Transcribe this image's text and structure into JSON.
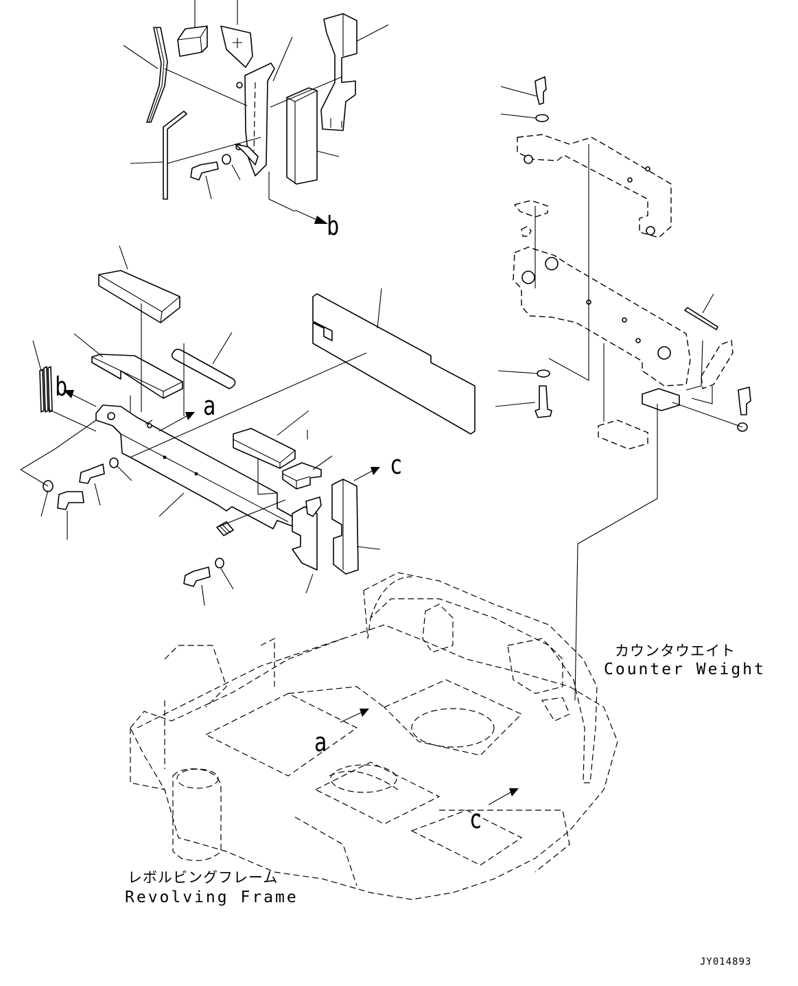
{
  "callouts": {
    "b_top": "b",
    "b_left": "b",
    "a_mid": "a",
    "c_mid": "c",
    "a_frame": "a",
    "c_frame": "c"
  },
  "counter_weight": {
    "jp": "カウンタウエイト",
    "en": "Counter Weight"
  },
  "revolving_frame": {
    "jp": "レボルビングフレーム",
    "en": "Revolving Frame"
  },
  "drawing_code": "JY014893"
}
